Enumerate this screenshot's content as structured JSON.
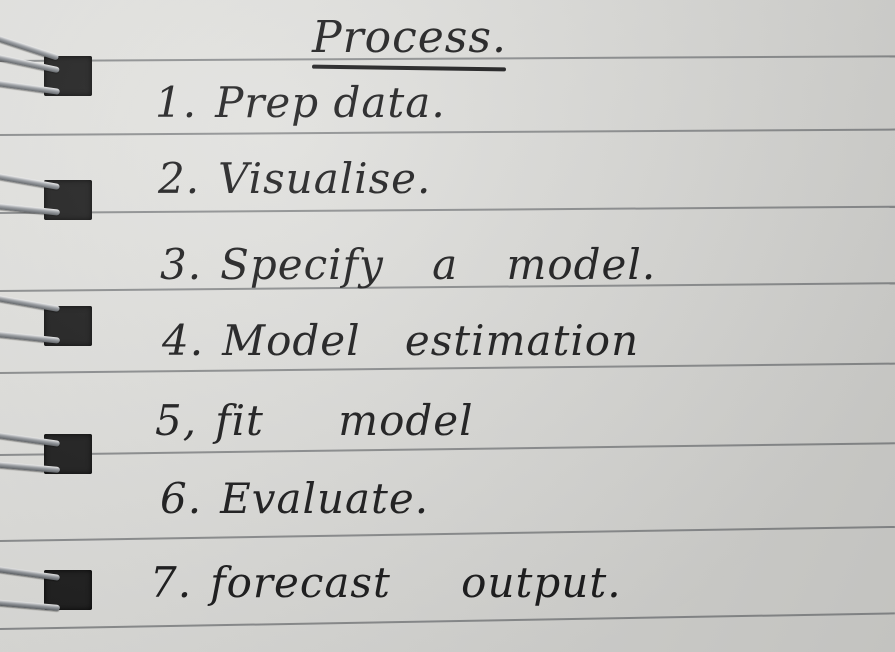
{
  "title": "Process.",
  "steps": [
    {
      "num": "1.",
      "text": "Prep data."
    },
    {
      "num": "2.",
      "text": "Visualise."
    },
    {
      "num": "3.",
      "text": "Specify a model."
    },
    {
      "num": "4.",
      "text": "Model estimation"
    },
    {
      "num": "5,",
      "text": "fit model"
    },
    {
      "num": "6.",
      "text": "Evaluate."
    },
    {
      "num": "7.",
      "text": "forecast output."
    }
  ],
  "colors": {
    "paper": "#dededb",
    "ink": "#1b1b1c",
    "rule": "#6f7174",
    "hole": "#1e1e1e"
  }
}
